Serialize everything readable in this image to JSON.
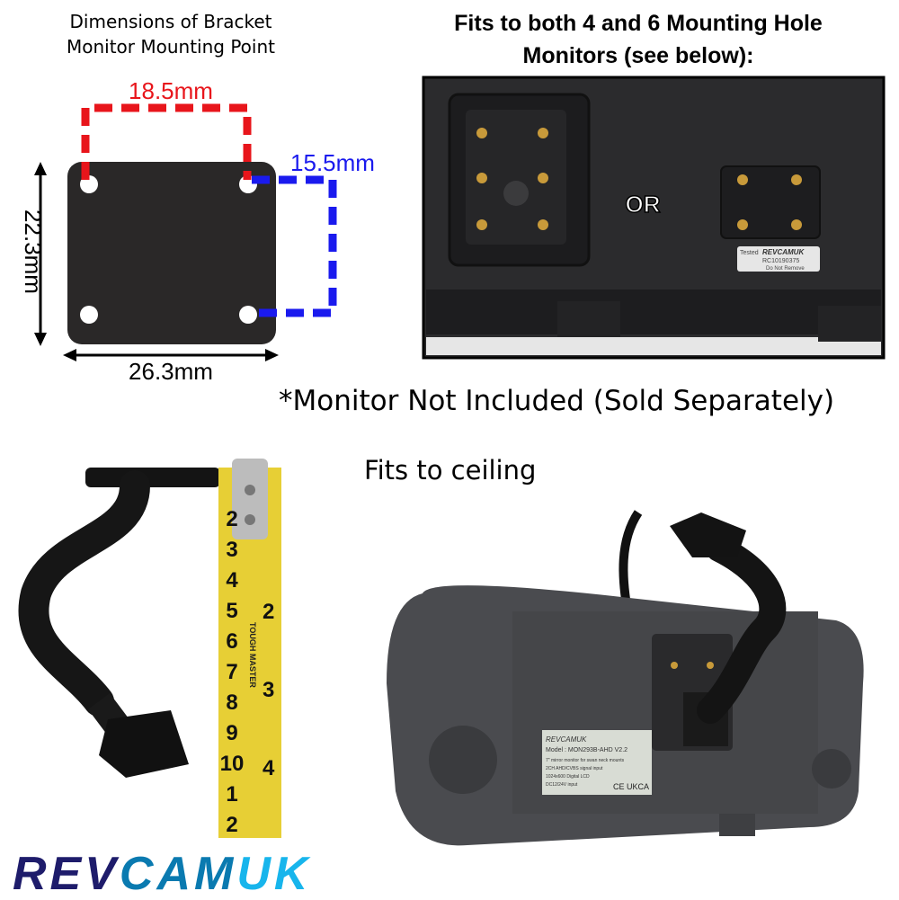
{
  "bracket_panel": {
    "title_line1": "Dimensions of Bracket",
    "title_line2": "Monitor Mounting Point",
    "dim_top": "18.5mm",
    "dim_right": "15.5mm",
    "dim_left": "22.3mm",
    "dim_bottom": "26.3mm",
    "colors": {
      "red": "#e8151b",
      "blue": "#1a1aee"
    }
  },
  "monitor_panel": {
    "title_line1": "Fits to both 4 and 6 Mounting Hole",
    "title_line2": "Monitors (see below):",
    "or_label": "OR",
    "sticker": {
      "tested": "Tested",
      "brand": "REVCAMUK",
      "code": "RC10190375",
      "note": "Do Not Remove"
    }
  },
  "notice": "*Monitor Not Included (Sold Separately)",
  "ceiling_label": "Fits to ceiling",
  "tape_measure": {
    "brand": "TOUGH MASTER",
    "cm_marks": [
      "2",
      "3",
      "4",
      "5",
      "6",
      "7",
      "8",
      "9",
      "10",
      "1",
      "2"
    ],
    "inch_marks": [
      "2",
      "3",
      "4"
    ]
  },
  "monitor_label": {
    "brand": "REVCAMUK",
    "model": "Model : MON293B-AHD V2.2",
    "line1": "7\" mirror monitor for swan neck mounts",
    "line2": "2CH AHD/CVBS signal input",
    "line3": "1024x600 Digital LCD",
    "line4": "DC12/24V input",
    "marks": "CE UKCA"
  },
  "logo": {
    "parts": [
      "REV",
      "CAM",
      "UK"
    ],
    "colors": [
      "#1e1c6b",
      "#0a7ab0",
      "#17b5ec"
    ]
  }
}
